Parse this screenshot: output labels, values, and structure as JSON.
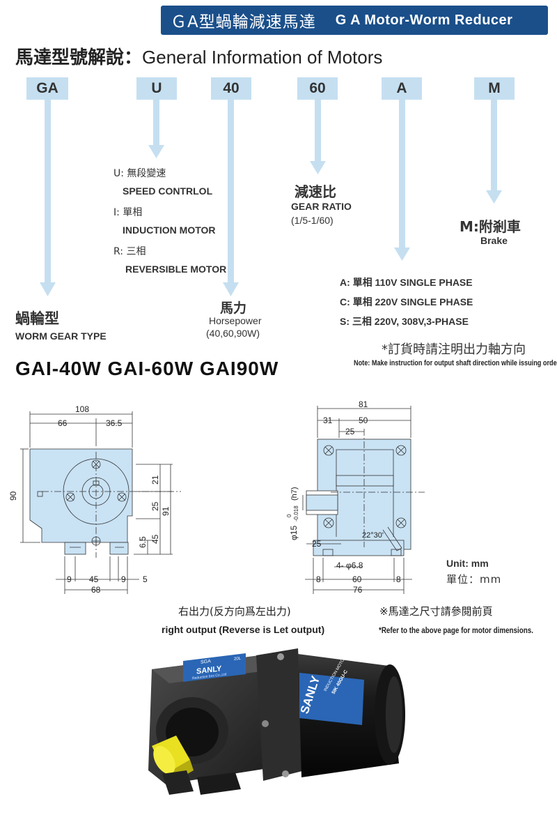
{
  "banner": {
    "title_zh": "ＧA型蝸輪減速馬達",
    "title_en": "G A Motor-Worm Reducer"
  },
  "heading": {
    "zh": "馬達型號解說：",
    "en": "General Information of Motors"
  },
  "codes": [
    "GA",
    "U",
    "40",
    "60",
    "A",
    "M"
  ],
  "ga": {
    "zh": "蝸輪型",
    "en": "WORM GEAR TYPE"
  },
  "u": {
    "l1": "U: 無段變速",
    "l2": "SPEED CONTRLOL",
    "l3": "I: 單相",
    "l4": "INDUCTION MOTOR",
    "l5": "R: 三相",
    "l6": "REVERSIBLE MOTOR"
  },
  "hp": {
    "zh": "馬力",
    "en": "Horsepower",
    "values": "(40,60,90W)"
  },
  "ratio": {
    "zh": "減速比",
    "en": "GEAR RATIO",
    "values": "(1/5-1/60)"
  },
  "phase": {
    "a": "A: 單相  110V  SINGLE PHASE",
    "c": "C: 單相   220V  SINGLE PHASE",
    "s": "S: 三相   220V, 308V,3-PHASE"
  },
  "brake": {
    "zh": "M:附剎車",
    "en": "Brake"
  },
  "order_note": {
    "zh": "*訂貨時請注明出力軸方向",
    "en": "Note: Make instruction for output shaft direction while issuing order"
  },
  "models": "GAI-40W  GAI-60W  GAI90W",
  "dims_left": {
    "w108": "108",
    "w66": "66",
    "w36": "36.5",
    "h90": "90",
    "h21": "21",
    "h25": "25",
    "h91": "91",
    "h45": "45",
    "h65": "6.5",
    "b9a": "9",
    "b45": "45",
    "b9b": "9",
    "b5": "5",
    "b68": "68"
  },
  "dims_right": {
    "w81": "81",
    "w31": "31",
    "w50": "50",
    "w25": "25",
    "shaft": "φ15",
    "tol_top": "0",
    "tol_bot": "-0.018",
    "tol_fit": "(h7)",
    "s25": "25",
    "angle": "22°30'",
    "holes": "4- φ6.8",
    "b8a": "8",
    "b60": "60",
    "b8b": "8",
    "b76": "76"
  },
  "unit": {
    "en": "Unit: mm",
    "zh": "單位：mm"
  },
  "output": {
    "zh": "右出力(反方向爲左出力)",
    "en": "right output (Reverse is Let output)"
  },
  "refer": {
    "zh": "※馬達之尺寸請參閱前頁",
    "en": "*Refer to the above page for motor dimensions."
  },
  "photo": {
    "label_top": "SGA",
    "label_brand": "SANLY",
    "label_size": "20L",
    "label_small": "Reduction box Co.,Ltd",
    "motor_brand": "SANLY",
    "motor_type": "INDUCTION MOTOR",
    "motor_model": "5IK 40GU-C"
  },
  "colors": {
    "banner": "#1a4f8a",
    "code_bg": "#c5dff1",
    "arrow": "#c5dff1",
    "drawing_fill": "#c9e2f4"
  }
}
